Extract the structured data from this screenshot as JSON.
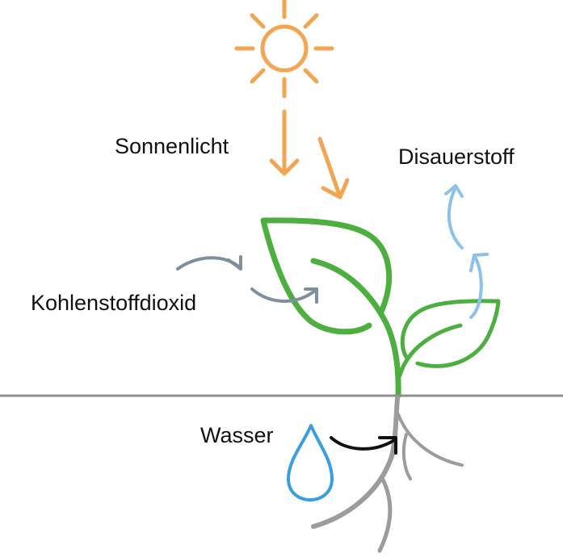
{
  "labels": {
    "sunlight": "Sonnenlicht",
    "oxygen": "Disauerstoff",
    "co2": "Kohlenstoffdioxid",
    "water": "Wasser"
  },
  "colors": {
    "sun": "#f2a553",
    "leaf": "#4caf3f",
    "co2": "#7f8f9c",
    "oxygen": "#8ec1ea",
    "water": "#3a9ee0",
    "roots": "#9c9c9c",
    "ground": "#8f8f8f",
    "arrow_water": "#111111"
  }
}
